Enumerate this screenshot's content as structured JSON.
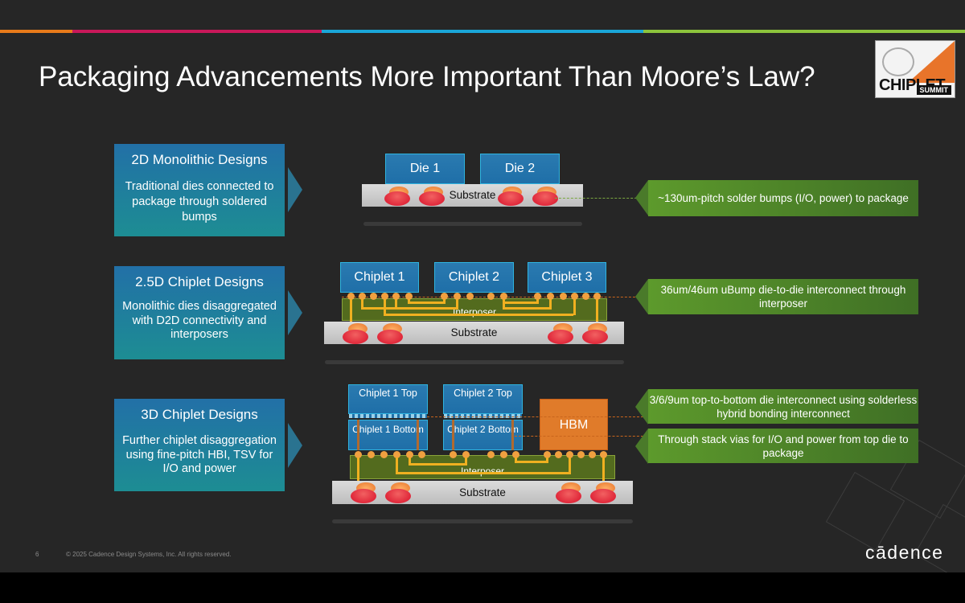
{
  "title": "Packaging Advancements More Important Than Moore’s Law?",
  "logo": {
    "word": "CHIPLET",
    "sub": "SUMMIT"
  },
  "rows": [
    {
      "heading": "2D Monolithic Designs",
      "desc": "Traditional dies connected to package through soldered bumps",
      "callouts": [
        "~130um-pitch solder bumps (I/O, power) to package"
      ]
    },
    {
      "heading": "2.5D Chiplet Designs",
      "desc": "Monolithic dies disaggregated with D2D connectivity and interposers",
      "callouts": [
        "36um/46um uBump die-to-die interconnect through interposer"
      ]
    },
    {
      "heading": "3D Chiplet Designs",
      "desc": "Further chiplet disaggregation using fine-pitch HBI, TSV for I/O and power",
      "callouts": [
        "3/6/9um top-to-bottom die interconnect using solderless hybrid bonding interconnect",
        "Through stack vias for I/O and power from top die to package"
      ]
    }
  ],
  "diagram": {
    "d2": {
      "die1": "Die 1",
      "die2": "Die 2",
      "substrate": "Substrate"
    },
    "d25": {
      "c1": "Chiplet 1",
      "c2": "Chiplet 2",
      "c3": "Chiplet 3",
      "interposer": "Interposer",
      "substrate": "Substrate"
    },
    "d3": {
      "c1top": "Chiplet 1 Top",
      "c2top": "Chiplet 2 Top",
      "c1bottom": "Chiplet 1 Bottom",
      "c2bottom": "Chiplet 2 Bottom",
      "hbm": "HBM",
      "interposer": "Interposer",
      "substrate": "Substrate"
    }
  },
  "footer": {
    "page": "6",
    "copyright": "© 2025 Cadence Design Systems, Inc. All rights reserved.",
    "brand": "cādence"
  },
  "colors": {
    "accent_blue": "#2270a7",
    "accent_teal": "#1d8d93",
    "accent_green": "#5d9a2c",
    "trace": "#f0b020",
    "bump": "#d8102a"
  }
}
